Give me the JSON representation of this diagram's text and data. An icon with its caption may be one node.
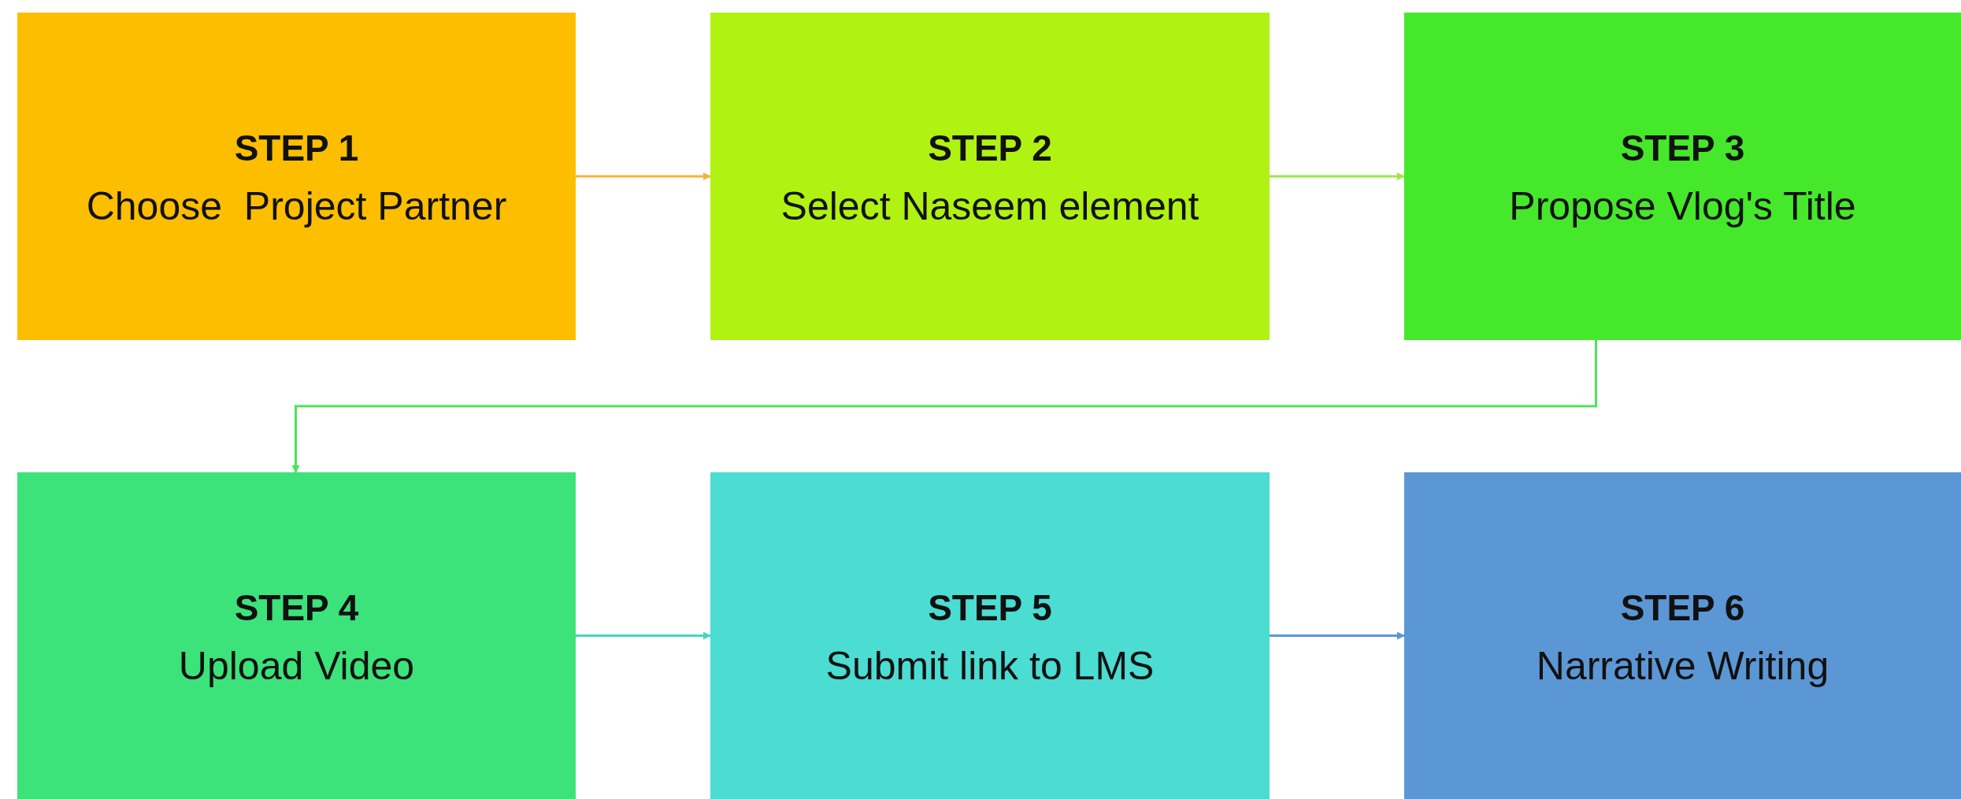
{
  "diagram": {
    "nodes": [
      {
        "text": [
          "STEP 1",
          "Choose  Project Partner"
        ]
      },
      {
        "text": [
          "STEP 2",
          "Select Naseem element"
        ]
      },
      {
        "text": [
          "STEP 3",
          "Propose Vlog's Title"
        ]
      },
      {
        "text": [
          "STEP 4",
          "Upload Video"
        ]
      },
      {
        "text": [
          "STEP 5",
          "Submit link to LMS"
        ]
      },
      {
        "text": [
          "STEP 6",
          "Narrative Writing"
        ]
      }
    ],
    "edges": [
      {
        "from": 0,
        "to": 1,
        "arrow": "to",
        "color": "#f5b43a"
      },
      {
        "from": 1,
        "to": 2,
        "arrow": "to",
        "color": "#9be84a"
      },
      {
        "from": 2,
        "to": 3,
        "arrow": "to",
        "color": "#4ee35a"
      },
      {
        "from": 3,
        "to": 4,
        "arrow": "to",
        "color": "#46d6c4"
      },
      {
        "from": 4,
        "to": 5,
        "arrow": "to",
        "color": "#5b97d4"
      }
    ]
  }
}
